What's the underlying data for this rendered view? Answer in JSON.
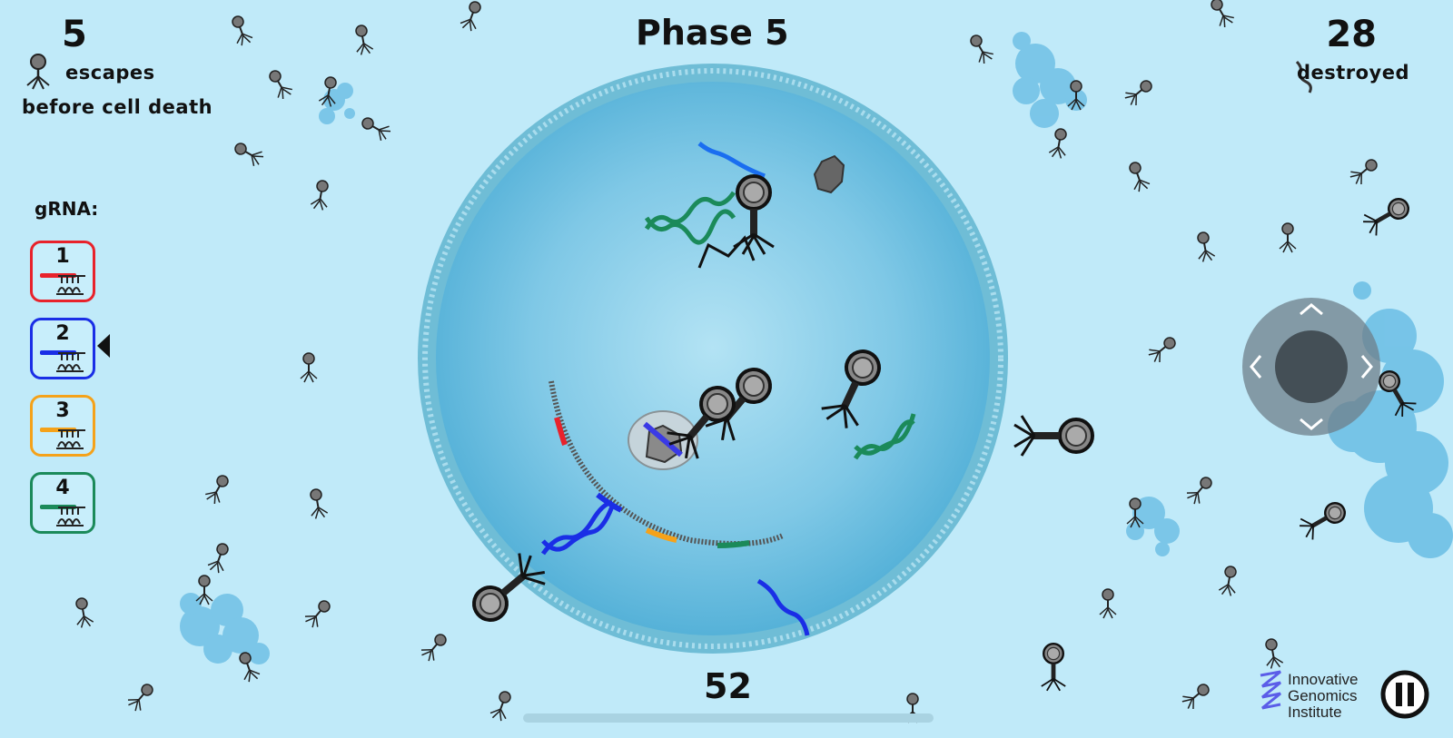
{
  "hud": {
    "escapes_count": "5",
    "escapes_label": "escapes",
    "escapes_sublabel": "before cell death",
    "phase_title": "Phase 5",
    "destroyed_count": "28",
    "destroyed_label": "destroyed",
    "timer": "52"
  },
  "grna": {
    "title": "gRNA:",
    "selected_index": 2,
    "slots": [
      {
        "number": "1",
        "color": "#e8222b"
      },
      {
        "number": "2",
        "color": "#1a2ee6"
      },
      {
        "number": "3",
        "color": "#f5a21a"
      },
      {
        "number": "4",
        "color": "#1b8a5a"
      }
    ]
  },
  "branding": {
    "line1": "Innovative",
    "line2": "Genomics",
    "line3": "Institute",
    "logo_icon": "igi-helix-logo"
  },
  "controls": {
    "joystick_icon": "dpad-joystick-icon",
    "pause_icon": "pause-icon"
  },
  "colors": {
    "background": "#c0eaf9",
    "cell_fill": "#5fb8db",
    "membrane": "#6fbdd6",
    "dna_blue": "#1a2ee6",
    "dna_green": "#1b8a5a"
  }
}
